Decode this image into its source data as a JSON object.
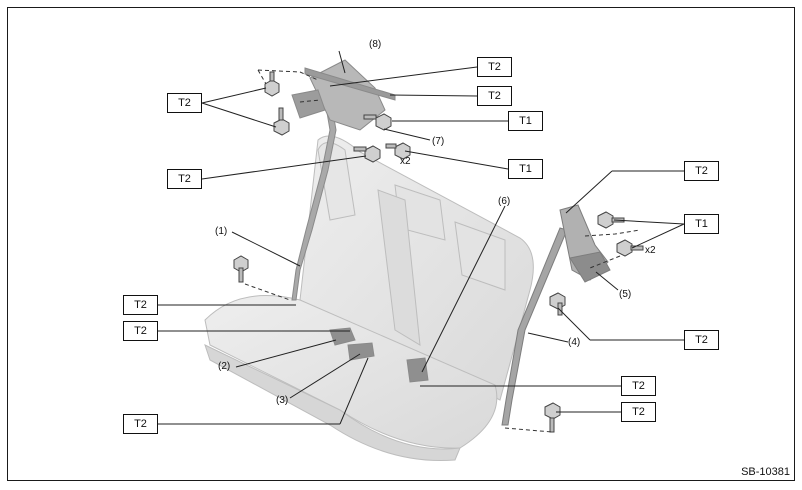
{
  "figure": {
    "code": "SB-10381"
  },
  "parts": [
    {
      "id": "p1",
      "label": "(1)"
    },
    {
      "id": "p2",
      "label": "(2)"
    },
    {
      "id": "p3",
      "label": "(3)"
    },
    {
      "id": "p4",
      "label": "(4)"
    },
    {
      "id": "p5",
      "label": "(5)"
    },
    {
      "id": "p6",
      "label": "(6)"
    },
    {
      "id": "p7",
      "label": "(7)"
    },
    {
      "id": "p8",
      "label": "(8)"
    }
  ],
  "torque_boxes": [
    {
      "id": "t2-top",
      "label": "T2"
    },
    {
      "id": "t2-upper-left",
      "label": "T2"
    },
    {
      "id": "t2-top-2",
      "label": "T2"
    },
    {
      "id": "t1-upper",
      "label": "T1"
    },
    {
      "id": "t1-mid",
      "label": "T1"
    },
    {
      "id": "t2-left-mid",
      "label": "T2"
    },
    {
      "id": "t2-right-top",
      "label": "T2"
    },
    {
      "id": "t1-right",
      "label": "T1"
    },
    {
      "id": "t2-left-a",
      "label": "T2"
    },
    {
      "id": "t2-left-b",
      "label": "T2"
    },
    {
      "id": "t2-right-mid",
      "label": "T2"
    },
    {
      "id": "t2-bottom-mid",
      "label": "T2"
    },
    {
      "id": "t2-bottom-right",
      "label": "T2"
    },
    {
      "id": "t2-bottom-left",
      "label": "T2"
    }
  ],
  "quantities": [
    {
      "id": "x2-top",
      "label": "x2"
    },
    {
      "id": "x2-right",
      "label": "x2"
    }
  ]
}
